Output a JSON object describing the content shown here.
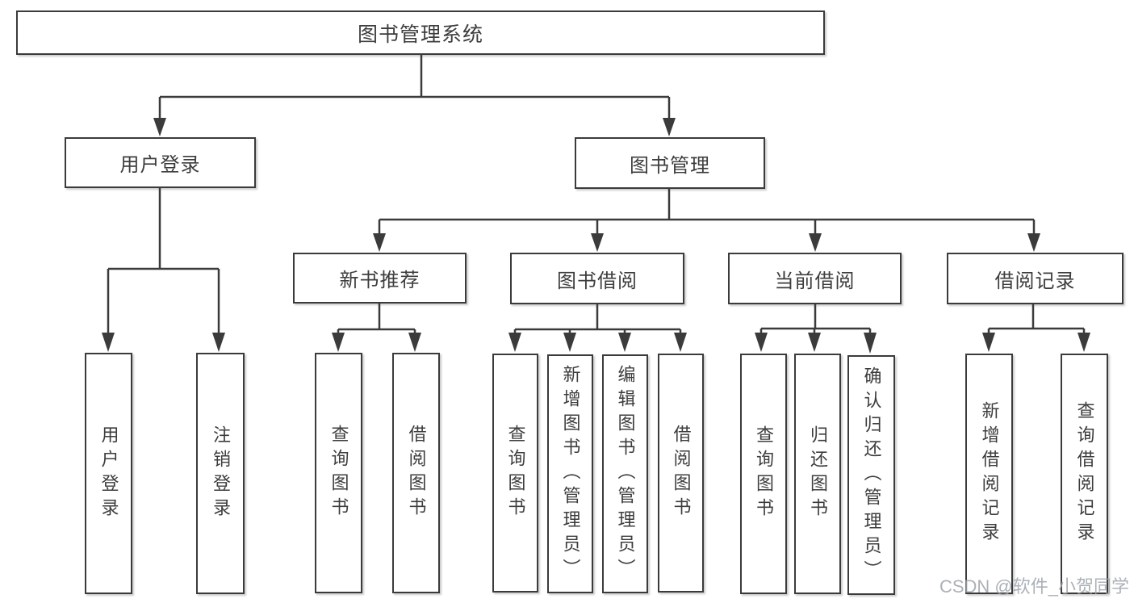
{
  "diagram": {
    "root": {
      "label": "图书管理系统"
    },
    "branches": [
      {
        "label": "用户登录",
        "leaves": [
          {
            "label": "用户登录"
          },
          {
            "label": "注销登录"
          }
        ]
      },
      {
        "label": "图书管理",
        "sections": [
          {
            "label": "新书推荐",
            "leaves": [
              {
                "label": "查询图书"
              },
              {
                "label": "借阅图书"
              }
            ]
          },
          {
            "label": "图书借阅",
            "leaves": [
              {
                "label": "查询图书"
              },
              {
                "label": "新增图书（管理员）"
              },
              {
                "label": "编辑图书（管理员）"
              },
              {
                "label": "借阅图书"
              }
            ]
          },
          {
            "label": "当前借阅",
            "leaves": [
              {
                "label": "查询图书"
              },
              {
                "label": "归还图书"
              },
              {
                "label": "确认归还（管理员）"
              }
            ]
          },
          {
            "label": "借阅记录",
            "leaves": [
              {
                "label": "新增借阅记录"
              },
              {
                "label": "查询借阅记录"
              }
            ]
          }
        ]
      }
    ]
  },
  "watermark": {
    "text": "CSDN @软件_小贺同学"
  },
  "colors": {
    "line": "#3b3b3b",
    "box_border": "#3b3b3b",
    "text": "#3d3d3d",
    "background": "#ffffff",
    "watermark": "#9ea3ab"
  }
}
